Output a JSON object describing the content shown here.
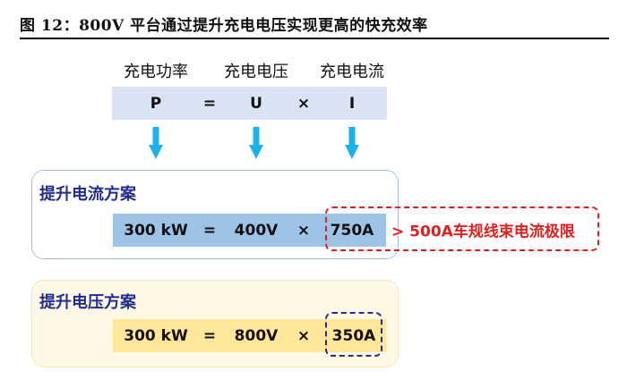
{
  "title": "图 12：800V 平台通过提升充电电压实现更高的快充效率",
  "formula": {
    "headers": [
      "充电功率",
      "充电电压",
      "充电电流"
    ],
    "symbols": [
      "P",
      "=",
      "U",
      "×",
      "I"
    ]
  },
  "scheme_current": {
    "title": "提升电流方案",
    "power": "300 kW",
    "eq": "=",
    "voltage": "400V",
    "times": "×",
    "current": "750A",
    "note": "> 500A车规线束电流极限"
  },
  "scheme_voltage": {
    "title": "提升电压方案",
    "power": "300 kW",
    "eq": "=",
    "voltage": "800V",
    "times": "×",
    "current": "350A"
  },
  "colors": {
    "arrow": "#1ab2e8",
    "formula_bg": "#dae3f3",
    "current_bar": "#9dc3e6",
    "voltage_bar": "#ffe699",
    "limit_red": "#e02020",
    "title_navy": "#1f2d8c"
  }
}
